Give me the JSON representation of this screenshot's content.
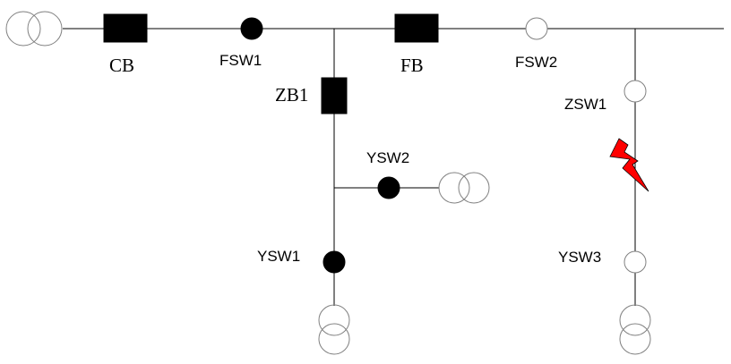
{
  "labels": {
    "cb": "CB",
    "fb": "FB",
    "zb1": "ZB1",
    "fsw1": "FSW1",
    "fsw2": "FSW2",
    "zsw1": "ZSW1",
    "ysw1": "YSW1",
    "ysw2": "YSW2",
    "ysw3": "YSW3"
  },
  "colors": {
    "fault": "#ff0000",
    "transformer": "#808080",
    "line": "#000000"
  },
  "switch_states": {
    "fsw1": "closed",
    "fsw2": "open",
    "zsw1": "open",
    "ysw1": "closed",
    "ysw2": "closed",
    "ysw3": "open"
  }
}
